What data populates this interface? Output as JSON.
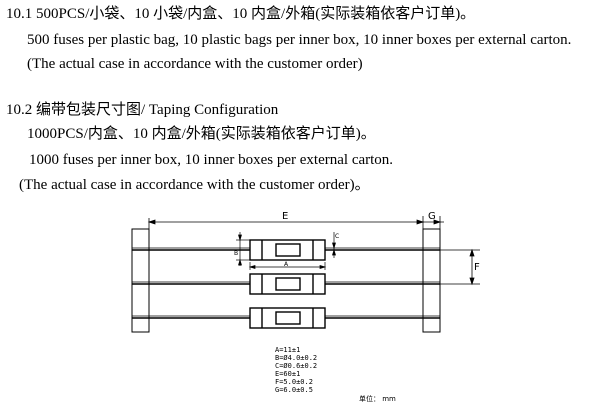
{
  "section_10_1": {
    "heading": "10.1 500PCS/小袋、10 小袋/内盒、10 内盒/外箱(实际装箱依客户订单)。",
    "english": "500 fuses per plastic bag, 10 plastic bags per inner box, 10 inner boxes per external carton.",
    "note": "(The actual case in accordance with the customer order)"
  },
  "section_10_2": {
    "heading": "10.2  编带包装尺寸图/ Taping Configuration",
    "chinese": "1000PCS/内盒、10 内盒/外箱(实际装箱依客户订单)。",
    "english": "1000 fuses per inner box, 10 inner boxes per external carton.",
    "note": "(The actual case in accordance with the customer order)。"
  },
  "diagram": {
    "label_E": "E",
    "label_G": "G",
    "label_A": "A",
    "label_B": "B",
    "label_C": "C",
    "label_F": "F",
    "specs": [
      "A=11±1",
      "B=Ø4.0±0.2",
      "C=Ø0.6±0.2",
      "E=60±1",
      "F=5.0±0.2",
      "G=6.0±0.5"
    ],
    "unit_label": "单位： mm"
  }
}
